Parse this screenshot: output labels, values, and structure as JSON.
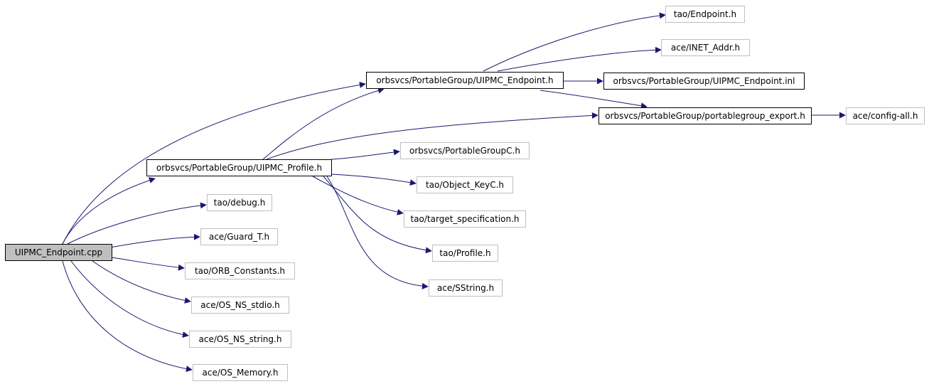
{
  "diagram": {
    "edge_color": "#191970",
    "nodes": {
      "root": "UIPMC_Endpoint.cpp",
      "uipmc_profile_h": "orbsvcs/PortableGroup/UIPMC_Profile.h",
      "uipmc_endpoint_h": "orbsvcs/PortableGroup/UIPMC_Endpoint.h",
      "tao_endpoint_h": "tao/Endpoint.h",
      "ace_inet_addr_h": "ace/INET_Addr.h",
      "uipmc_endpoint_inl": "orbsvcs/PortableGroup/UIPMC_Endpoint.inl",
      "portablegroup_export_h": "orbsvcs/PortableGroup/portablegroup_export.h",
      "ace_config_all_h": "ace/config-all.h",
      "portablegroupc_h": "orbsvcs/PortableGroupC.h",
      "tao_object_keyc_h": "tao/Object_KeyC.h",
      "tao_target_specification_h": "tao/target_specification.h",
      "tao_profile_h": "tao/Profile.h",
      "ace_sstring_h": "ace/SString.h",
      "tao_debug_h": "tao/debug.h",
      "ace_guard_t_h": "ace/Guard_T.h",
      "tao_orb_constants_h": "tao/ORB_Constants.h",
      "ace_os_ns_stdio_h": "ace/OS_NS_stdio.h",
      "ace_os_ns_string_h": "ace/OS_NS_string.h",
      "ace_os_memory_h": "ace/OS_Memory.h"
    }
  }
}
